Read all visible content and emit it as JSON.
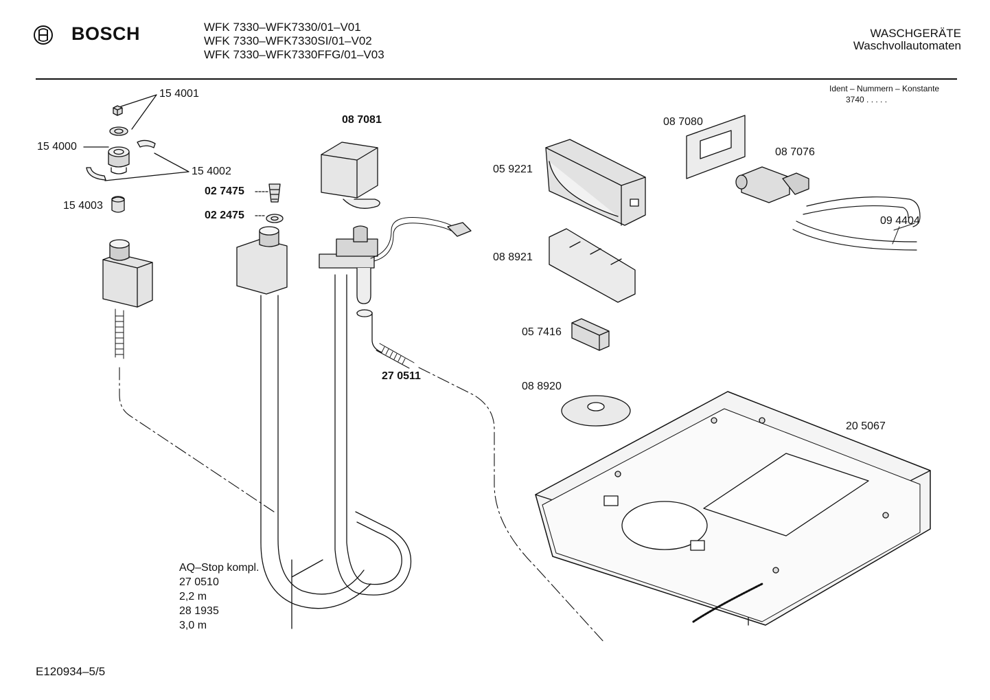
{
  "header": {
    "logo_icon": "bosch-armature-logo",
    "brand": "BOSCH",
    "models": [
      "WFK 7330–WFK7330/01–V01",
      "WFK 7330–WFK7330SI/01–V02",
      "WFK 7330–WFK7330FFG/01–V03"
    ],
    "category": "WASCHGERÄTE",
    "subcategory": "Waschvollautomaten"
  },
  "ident": {
    "label": "Ident – Nummern – Konstante",
    "code": "3740",
    "dots": ". . . . ."
  },
  "parts": {
    "p154001": "15 4001",
    "p154000": "15 4000",
    "p154002": "15 4002",
    "p154003": "15 4003",
    "p027475": "02 7475",
    "p022475": "02 2475",
    "p087081": "08 7081",
    "p270511": "27 0511",
    "p059221": "05 9221",
    "p088921": "08 8921",
    "p057416": "05 7416",
    "p088920": "08 8920",
    "p087080": "08 7080",
    "p087076": "08 7076",
    "p094404": "09 4404",
    "p205067": "20 5067"
  },
  "aqstop": {
    "title": "AQ–Stop kompl.",
    "part1": "27 0510",
    "len1": "2,2 m",
    "part2": "28 1935",
    "len2": "3,0 m"
  },
  "footer": {
    "drawing_id": "E120934–5/5"
  }
}
